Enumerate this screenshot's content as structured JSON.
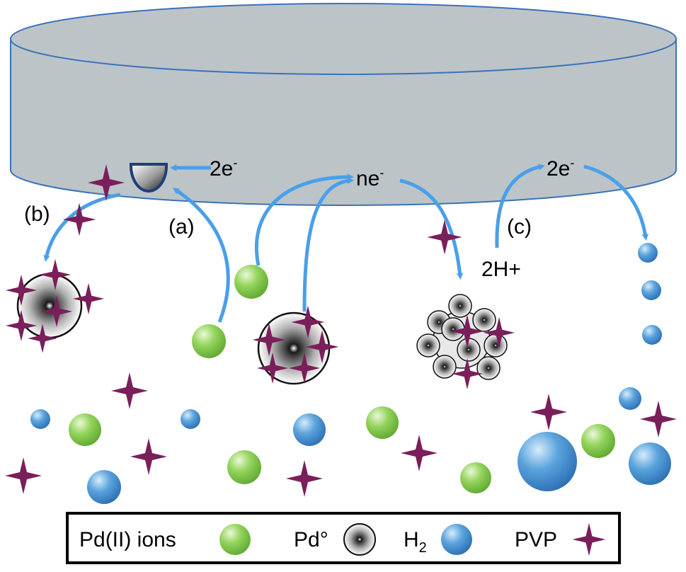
{
  "colors": {
    "electrode_fill": "#bcc4c8",
    "electrode_stroke": "#3a72b8",
    "arrow": "#4a9fe8",
    "pd_ion": "#8fd15a",
    "h2": "#4f94d4",
    "pvp": "#7a1f5a"
  },
  "labels": {
    "electrons_a": "2e",
    "electrons_a_sup": "-",
    "electrons_mid": "ne",
    "electrons_mid_sup": "-",
    "electrons_c": "2e",
    "electrons_c_sup": "-",
    "step_a": "(a)",
    "step_b": "(b)",
    "step_c": "(c)",
    "protons": "2H+"
  },
  "legend": {
    "pd_ions": "Pd(II) ions",
    "pd_zero": "Pd°",
    "h2_main": "H",
    "h2_sub": "2",
    "pvp": "PVP"
  },
  "icons": [
    "pd-ion-icon",
    "pd-zero-icon",
    "h2-icon",
    "pvp-icon",
    "arrow-icon",
    "electrode-icon"
  ]
}
